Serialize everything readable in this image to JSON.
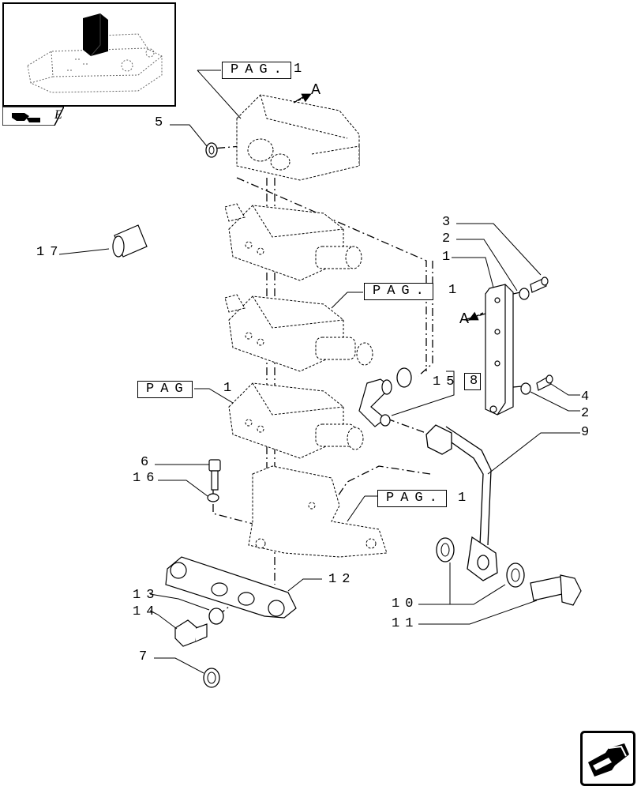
{
  "diagram": {
    "thumbnail_tab_letter": "E",
    "view_arrow_label": "A",
    "page_refs": [
      {
        "id": "pag-ref-top",
        "text": "PAG.",
        "num": "1"
      },
      {
        "id": "pag-ref-mid-right",
        "text": "PAG.",
        "num": "1"
      },
      {
        "id": "pag-ref-mid-left",
        "text": "PAG",
        "num": "1"
      },
      {
        "id": "pag-ref-bottom-right",
        "text": "PAG.",
        "num": "1"
      }
    ],
    "ref_15": {
      "text": "15",
      "boxed": "8"
    },
    "callouts": {
      "c1": "1",
      "c2a": "2",
      "c2b": "2",
      "c3": "3",
      "c4": "4",
      "c5": "5",
      "c6": "6",
      "c7": "7",
      "c9": "9",
      "c10": "10",
      "c11": "11",
      "c12": "12",
      "c13": "13",
      "c14": "14",
      "c16": "16",
      "c17": "17"
    }
  }
}
